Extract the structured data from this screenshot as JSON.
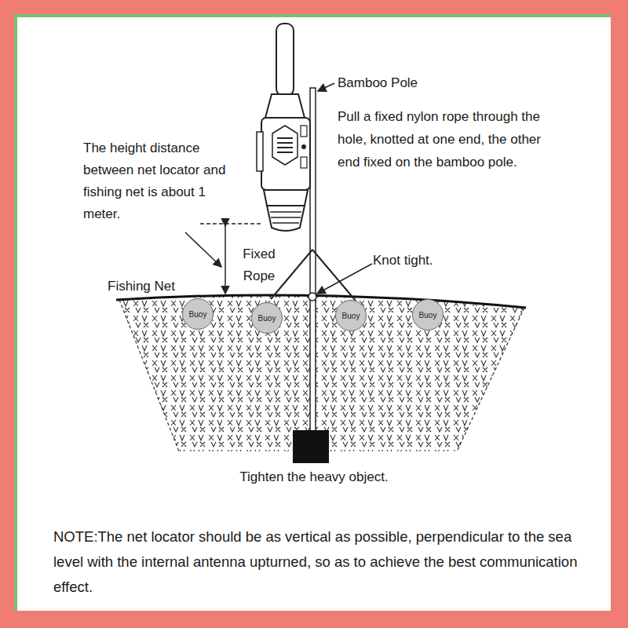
{
  "diagram": {
    "nodes": [
      {
        "text": [
          "Buoy"
        ]
      },
      {
        "text": [
          "Buoy"
        ]
      },
      {
        "text": [
          "Buoy"
        ]
      },
      {
        "text": [
          "Buoy"
        ]
      }
    ],
    "labels": [
      "Bamboo Pole",
      "Pull a fixed nylon rope through the hole, knotted at one end, the other end fixed on the bamboo pole.",
      "The height distance between net locator and fishing net is about 1 meter.",
      "Fixed Rope",
      "Knot tight.",
      "Fishing Net",
      "Tighten the heavy object.",
      "NOTE:The net locator should be as vertical as possible, perpendicular to the sea level with the internal antenna upturned, so as to achieve the best communication effect."
    ]
  }
}
